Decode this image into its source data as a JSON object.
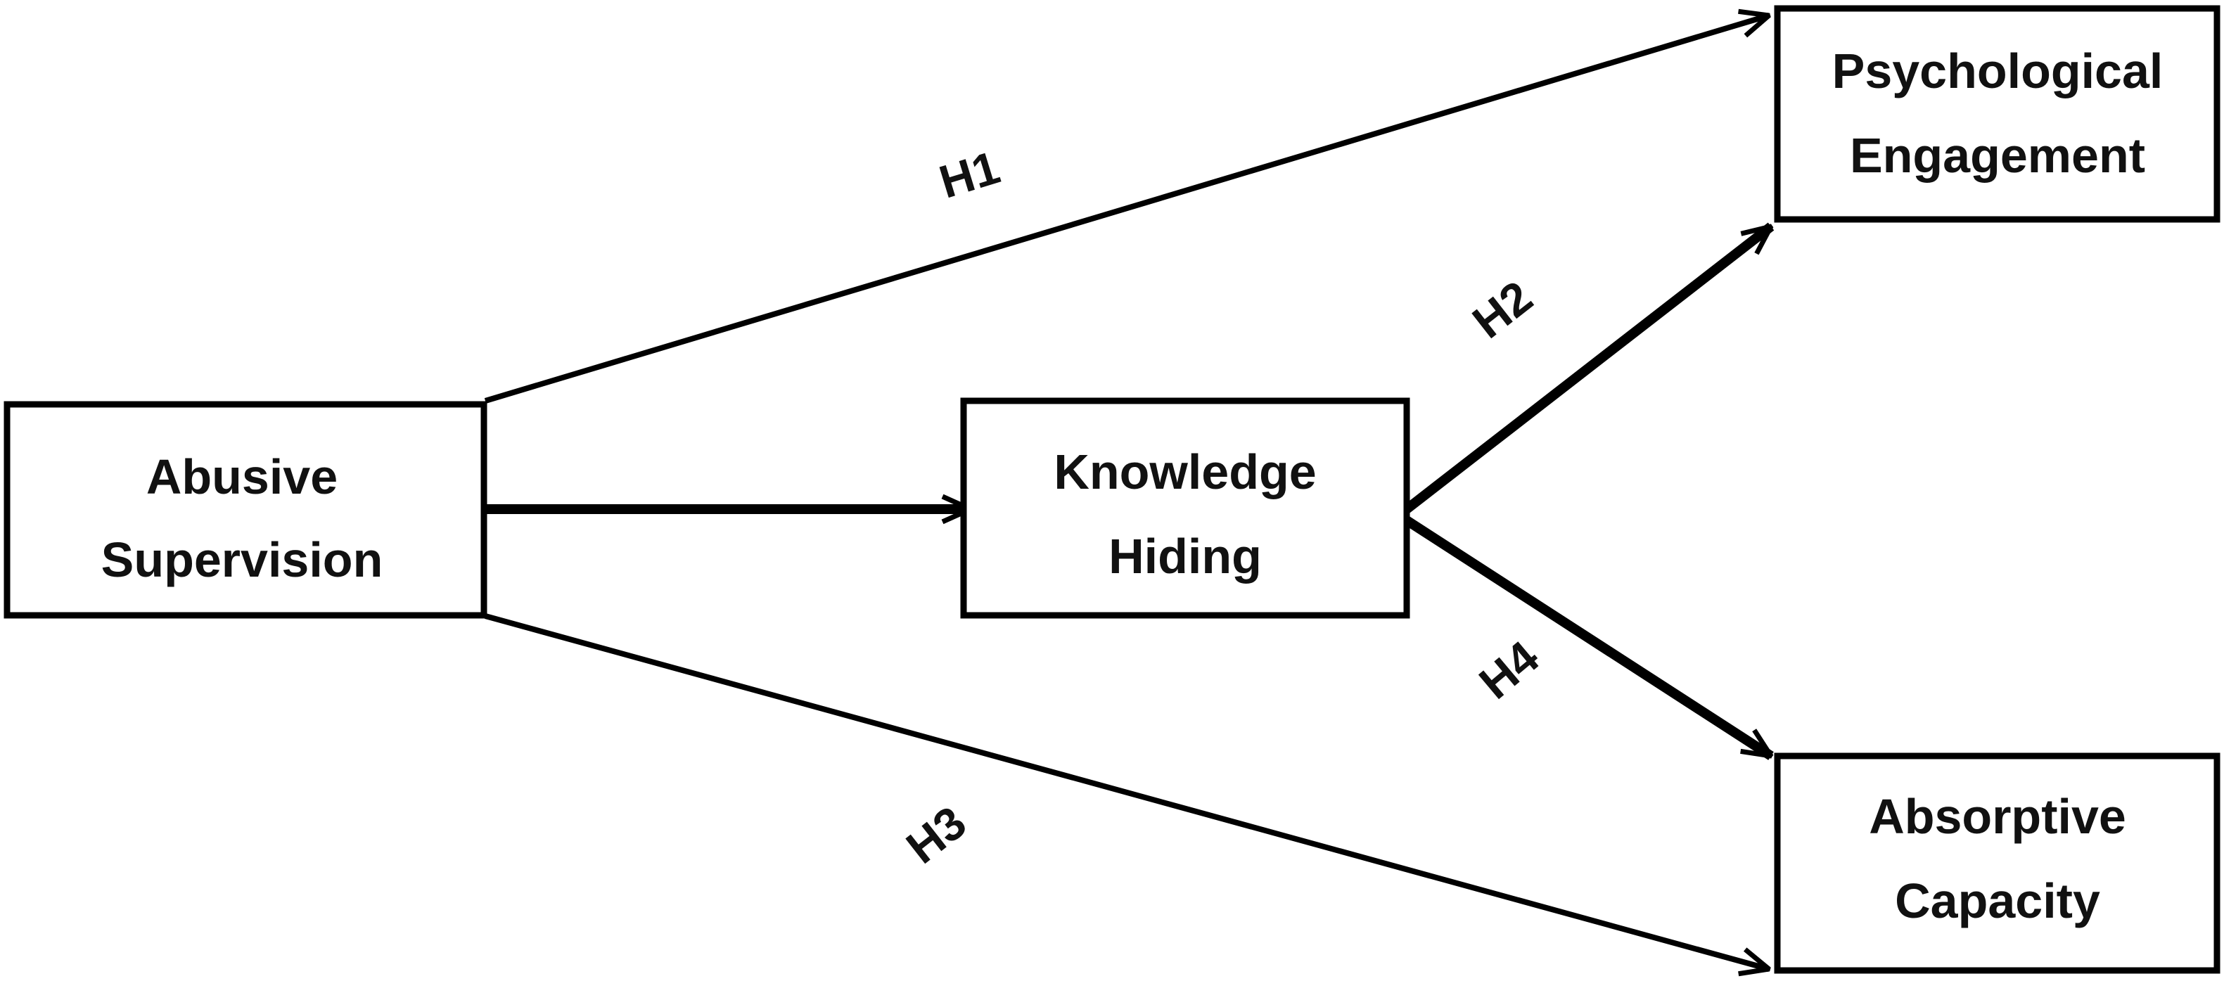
{
  "nodes": {
    "abusive_supervision": {
      "line1": "Abusive",
      "line2": "Supervision"
    },
    "knowledge_hiding": {
      "line1": "Knowledge",
      "line2": "Hiding"
    },
    "psychological_engagement": {
      "line1": "Psychological",
      "line2": "Engagement"
    },
    "absorptive_capacity": {
      "line1": "Absorptive",
      "line2": "Capacity"
    }
  },
  "edges": {
    "h1": {
      "label": "H1",
      "from": "Abusive Supervision",
      "to": "Psychological Engagement"
    },
    "h2": {
      "label": "H2",
      "from": "Knowledge Hiding",
      "to": "Psychological Engagement"
    },
    "h3": {
      "label": "H3",
      "from": "Abusive Supervision",
      "to": "Absorptive Capacity"
    },
    "h4": {
      "label": "H4",
      "from": "Knowledge Hiding",
      "to": "Absorptive Capacity"
    },
    "mediator": {
      "from": "Abusive Supervision",
      "to": "Knowledge Hiding"
    }
  },
  "colors": {
    "line": "#000000",
    "text": "#111111",
    "background": "#ffffff"
  }
}
